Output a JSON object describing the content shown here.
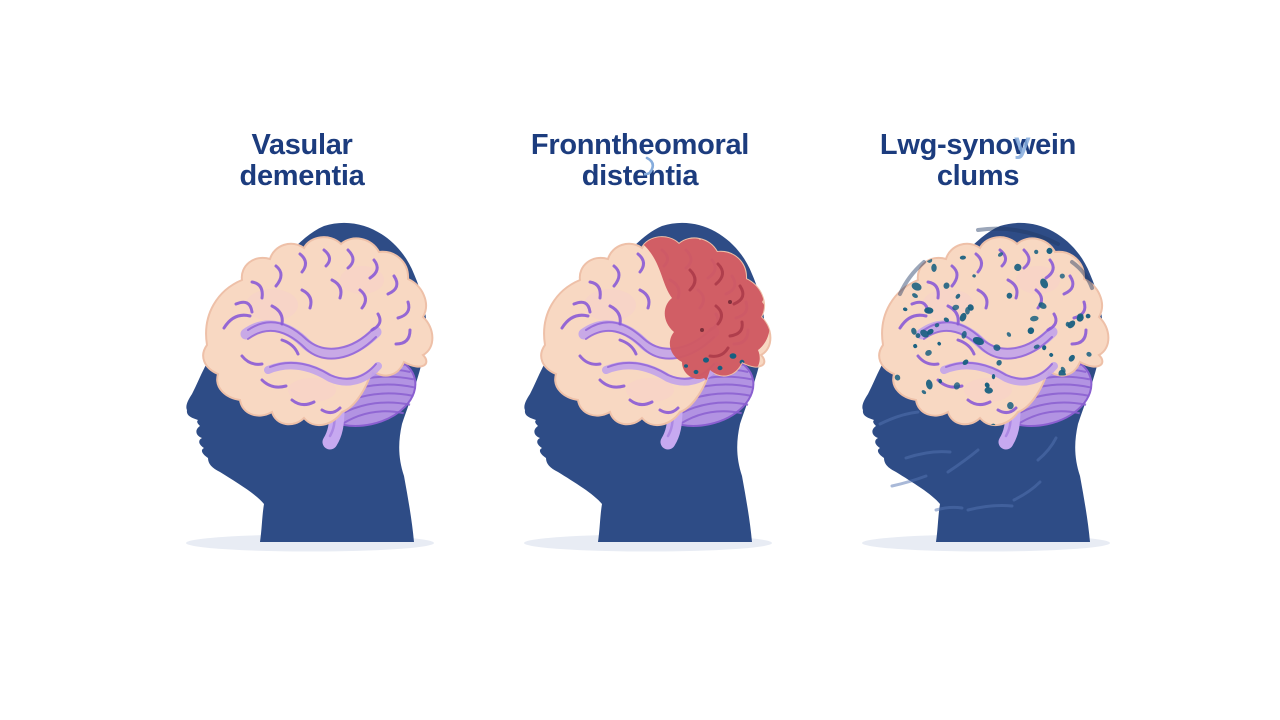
{
  "page": {
    "background": "#ffffff",
    "description_labels_only": "Three head profile illustrations with brains, each titled"
  },
  "palette": {
    "head_navy": "#2e4c86",
    "label_blue": "#1c3c7e",
    "brain_peach": "#f8d8c2",
    "brain_outline": "#eec0a8",
    "sulci_purple": "#8a5bd6",
    "sulci_band": "#c2a4ea",
    "cerebellum_purple": "#b293e2",
    "cerebellum_line": "#8a5fd0",
    "brainstem_purple": "#c7a9f0",
    "red_region": "#d05a62",
    "red_line": "#a93848",
    "protein_dot_teal": "#175f80",
    "texture_blue": "#5374b2",
    "shadow_gray": "#e8ecf4",
    "artifact_blue": "#85acdd"
  },
  "figures": [
    {
      "id": "vascular-dementia",
      "label_line1": "Vasular",
      "label_line2": "dementia",
      "variant": "plain",
      "artifact": "none"
    },
    {
      "id": "frontotemporal-dementia",
      "label_line1": "Fronntheomoral",
      "label_line2": "distentia",
      "variant": "red-region",
      "artifact": "hook"
    },
    {
      "id": "lewy-body-dementia",
      "label_line1": "Lwg-synowein",
      "label_line2": "clums",
      "variant": "protein-dots",
      "artifact": "ghost-y",
      "artifact_glyph": "y"
    }
  ]
}
